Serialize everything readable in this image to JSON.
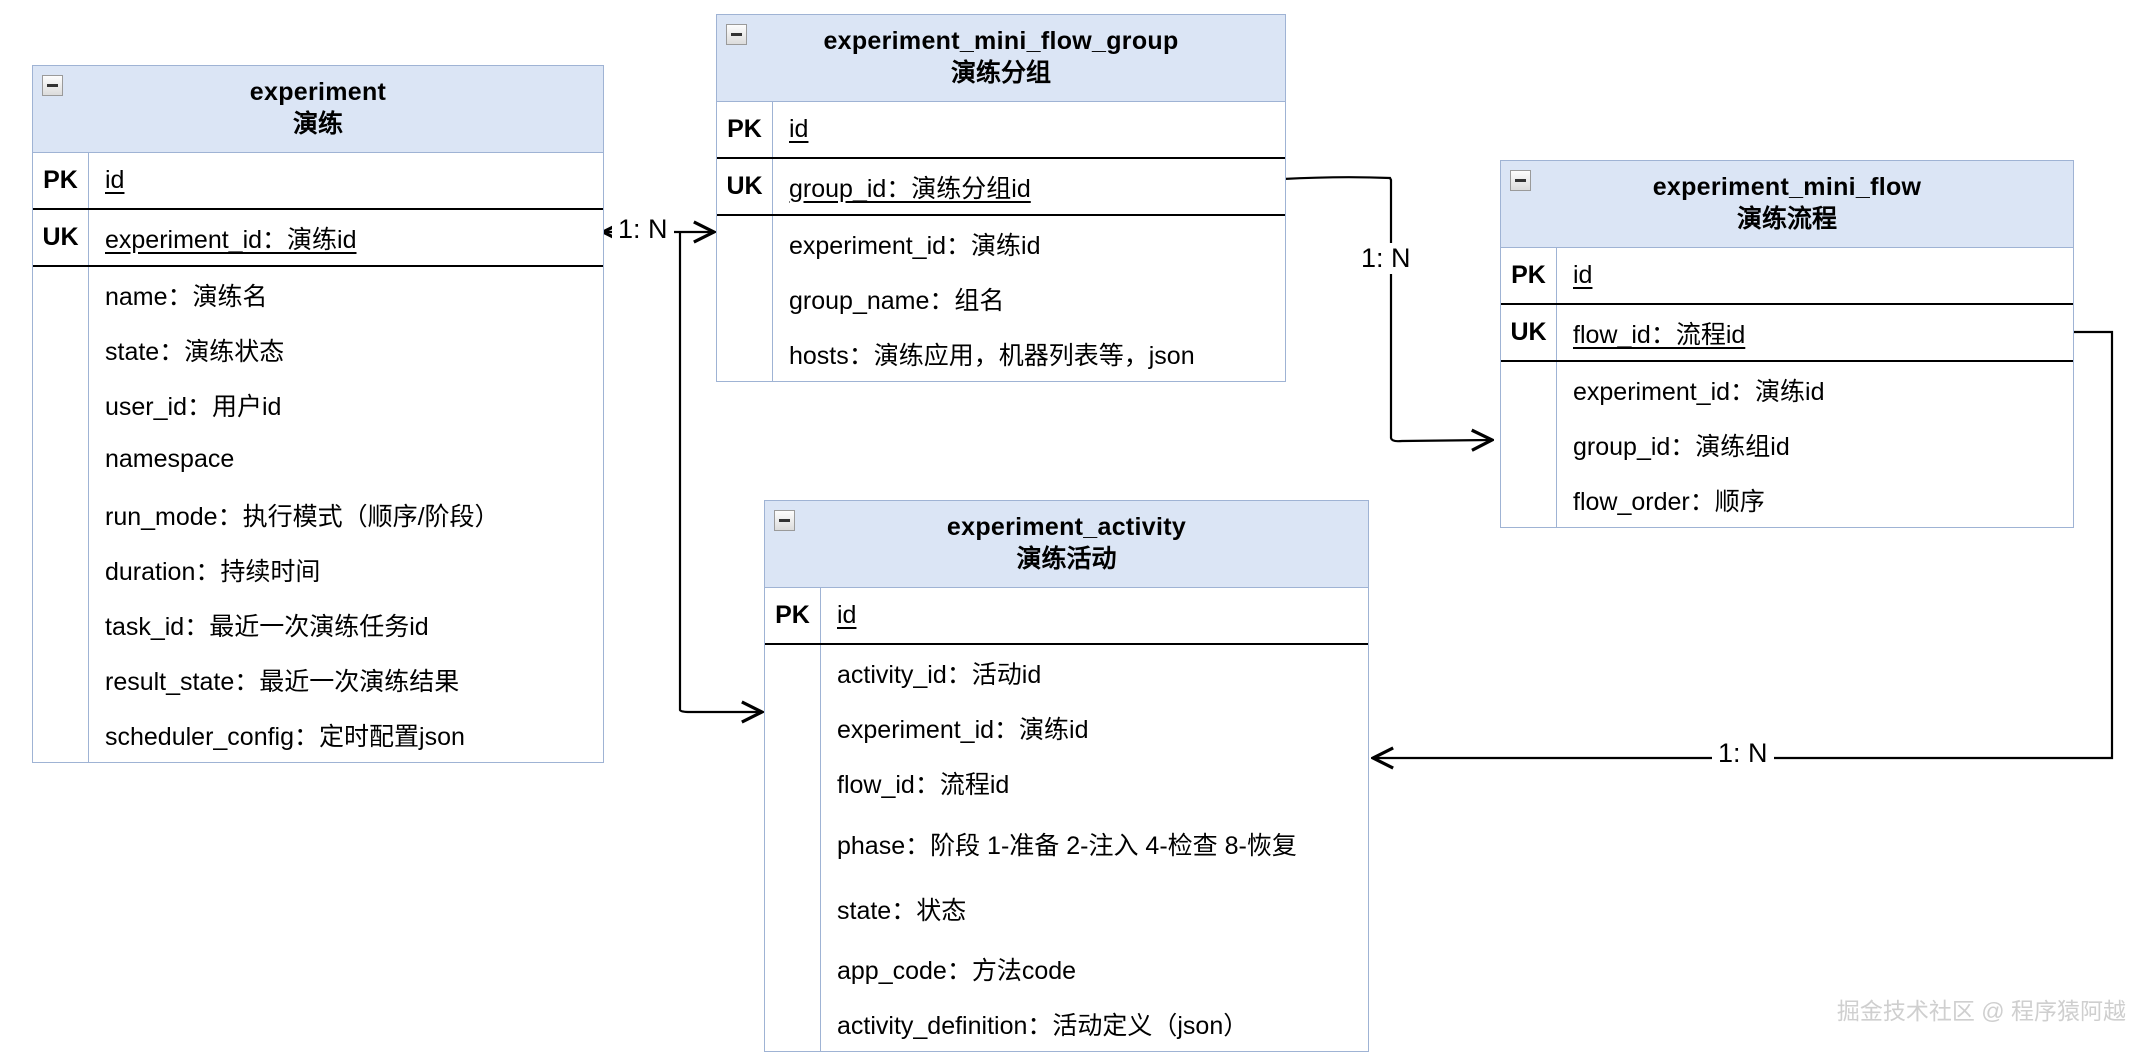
{
  "diagram": {
    "type": "er-diagram",
    "watermark": "掘金技术社区 @ 程序猿阿越",
    "collapse_icon": "minus-icon"
  },
  "entities": [
    {
      "id": "experiment",
      "title": "experiment",
      "subtitle": "演练",
      "keys": [
        {
          "tag": "PK",
          "field": "id"
        },
        {
          "tag": "UK",
          "field": "experiment_id：演练id"
        }
      ],
      "fields": [
        "name：演练名",
        "state：演练状态",
        "user_id：用户id",
        "namespace",
        "run_mode：执行模式（顺序/阶段）",
        "duration：持续时间",
        "task_id：最近一次演练任务id",
        "result_state：最近一次演练结果",
        "scheduler_config：定时配置json"
      ]
    },
    {
      "id": "experiment_mini_flow_group",
      "title": "experiment_mini_flow_group",
      "subtitle": "演练分组",
      "keys": [
        {
          "tag": "PK",
          "field": "id"
        },
        {
          "tag": "UK",
          "field": "group_id：演练分组id"
        }
      ],
      "fields": [
        "experiment_id：演练id",
        "group_name：组名",
        "hosts：演练应用，机器列表等，json"
      ]
    },
    {
      "id": "experiment_mini_flow",
      "title": "experiment_mini_flow",
      "subtitle": "演练流程",
      "keys": [
        {
          "tag": "PK",
          "field": "id"
        },
        {
          "tag": "UK",
          "field": "flow_id：流程id"
        }
      ],
      "fields": [
        "experiment_id：演练id",
        "group_id：演练组id",
        "flow_order：顺序"
      ]
    },
    {
      "id": "experiment_activity",
      "title": "experiment_activity",
      "subtitle": "演练活动",
      "keys": [
        {
          "tag": "PK",
          "field": "id"
        }
      ],
      "fields": [
        "activity_id：活动id",
        "experiment_id：演练id",
        "flow_id：流程id",
        "phase：阶段 1-准备 2-注入 4-检查 8-恢复",
        "state：状态",
        "app_code：方法code",
        "activity_definition：活动定义（json）"
      ]
    }
  ],
  "relationships": [
    {
      "id": "experiment-to-group",
      "label": "1: N"
    },
    {
      "id": "group-to-miniflow",
      "label": "1: N"
    },
    {
      "id": "miniflow-to-activity",
      "label": "1: N"
    }
  ]
}
